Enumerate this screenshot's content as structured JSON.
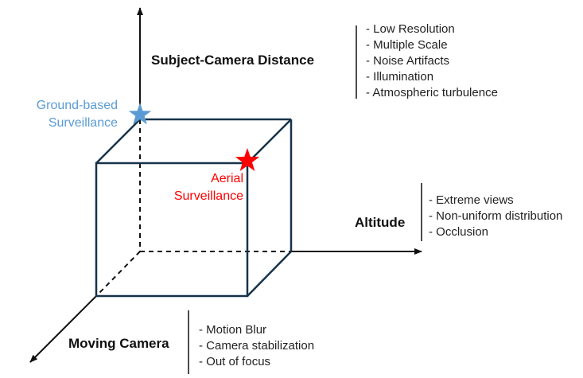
{
  "axes": {
    "vertical": {
      "label": "Subject-Camera Distance",
      "items": [
        "- Low Resolution",
        "- Multiple Scale",
        "- Noise Artifacts",
        "- Illumination",
        "- Atmospheric turbulence"
      ]
    },
    "horizontal": {
      "label": "Altitude",
      "items": [
        "- Extreme views",
        "- Non-uniform distribution",
        "- Occlusion"
      ]
    },
    "diagonal": {
      "label": "Moving Camera",
      "items": [
        "- Motion Blur",
        "- Camera stabilization",
        "- Out of focus"
      ]
    }
  },
  "markers": {
    "ground": {
      "line1": "Ground-based",
      "line2": "Surveillance",
      "color": "#5b9bd5",
      "icon": "star-icon"
    },
    "aerial": {
      "line1": "Aerial",
      "line2": "Surveillance",
      "color": "#ff0000",
      "icon": "star-icon"
    }
  },
  "colors": {
    "cube": "#17334a",
    "axis": "#111111"
  }
}
